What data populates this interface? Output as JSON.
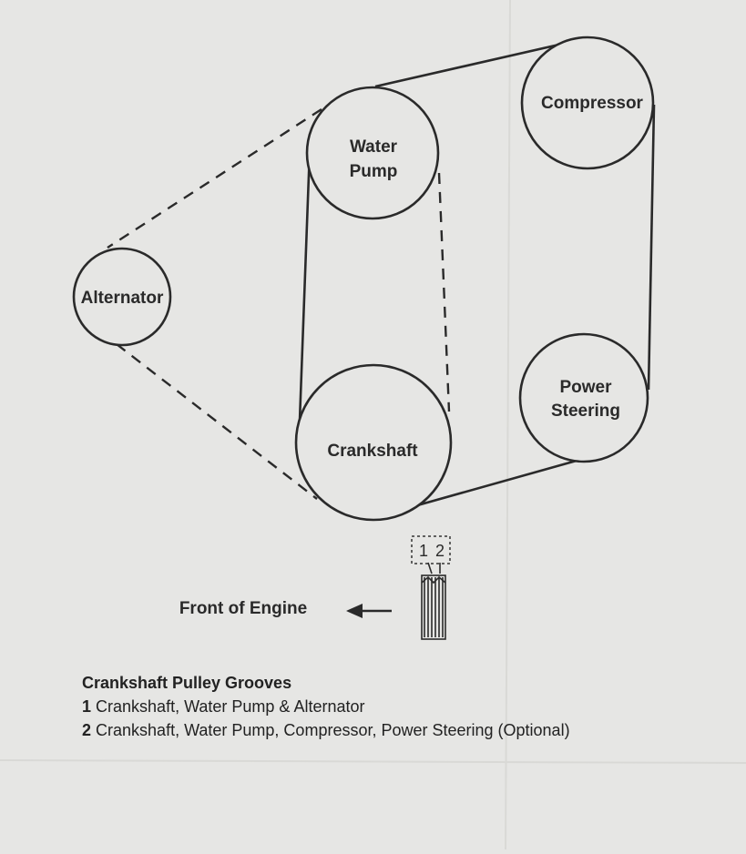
{
  "pulleys": {
    "water_pump": [
      "Water",
      "Pump"
    ],
    "compressor": [
      "Compressor"
    ],
    "alternator": [
      "Alternator"
    ],
    "power_steering": [
      "Power",
      "Steering"
    ],
    "crankshaft": [
      "Crankshaft"
    ]
  },
  "groove_numbers": [
    "1",
    "2"
  ],
  "front_label": "Front of Engine",
  "legend": {
    "title": "Crankshaft Pulley Grooves",
    "items": [
      {
        "num": "1",
        "text": "Crankshaft, Water Pump & Alternator"
      },
      {
        "num": "2",
        "text": "Crankshaft, Water Pump, Compressor, Power Steering (Optional)"
      }
    ]
  },
  "colors": {
    "paper": "#e6e6e4",
    "ink": "#2a2a2a"
  }
}
